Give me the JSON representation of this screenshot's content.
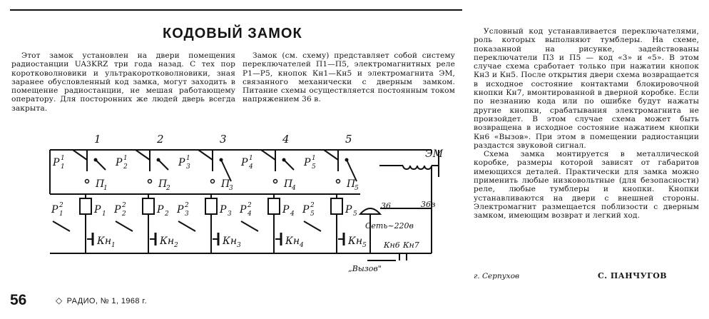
{
  "article": {
    "title": "КОДОВЫЙ ЗАМОК",
    "col1": "Этот замок установлен на двери помещения радиостанции UA3KRZ три года назад. С тех пор коротковолновики и ультракоротковолновики, зная заранее обусловленный код замка, могут заходить в помещение радиостанции, не мешая работающему оператору. Для посторонних же людей дверь всегда закрыта.",
    "col2": "Замок (см. схему) представляет собой систему переключателей П1—П5, электромагнитных реле Р1—Р5, кнопок Кн1—Кн5 и электромагнита ЭМ, связанного механически с дверным замком. Питание схемы осуществляется постоянным током напряжением 36 в.",
    "col3_p1": "Условный код устанавливается переключателями, роль которых выполняют тумблеры. На схеме, показанной на рисунке, задействованы переключатели П3 и П5 — код «3» и «5». В этом случае схема сработает только при нажатии кнопок Кн3 и Кн5. После открытия двери схема возвращается в исходное состояние контактами блокировочной кнопки Кн7, вмонтированной в дверной коробке. Если по незнанию кода или по ошибке будут нажаты другие кнопки, срабатывания электромагнита не произойдет. В этом случае схема может быть возвращена в исходное состояние нажатием кнопки Кн6 «Вызов». При этом в помещении радиостанции раздастся звуковой сигнал.",
    "col3_p2": "Схема замка монтируется в металлической коробке, размеры которой зависят от габаритов имеющихся деталей. Практически для замка можно применить любые низковольтные (для безопасности) реле, любые тумблеры и кнопки. Кнопки устанавливаются на двери с внешней стороны. Электромагнит размещается поблизости с дверным замком, имеющим возврат и легкий ход.",
    "place": "г. Серпухов",
    "author": "С. ПАНЧУГОВ"
  },
  "footer": {
    "page_number": "56",
    "journal": "РАДИО, № 1, 1968 г."
  },
  "schematic": {
    "stage_numbers": [
      "1",
      "2",
      "3",
      "4",
      "5"
    ],
    "contact_top": [
      "P",
      "P",
      "P",
      "P",
      "P"
    ],
    "contact_top_sub": [
      "1",
      "2",
      "3",
      "4",
      "5"
    ],
    "sup_1": "1",
    "sup_2": "2",
    "switch_letter": "П",
    "relay_letter": "P",
    "button_letter": "Кн",
    "em_label": "ЭМ",
    "v36_left": "36",
    "v36_right": "36в",
    "mains": "Сеть~220в",
    "call": "„Вызов\"",
    "kn6": "Кн6",
    "kn7": "Кн7"
  }
}
